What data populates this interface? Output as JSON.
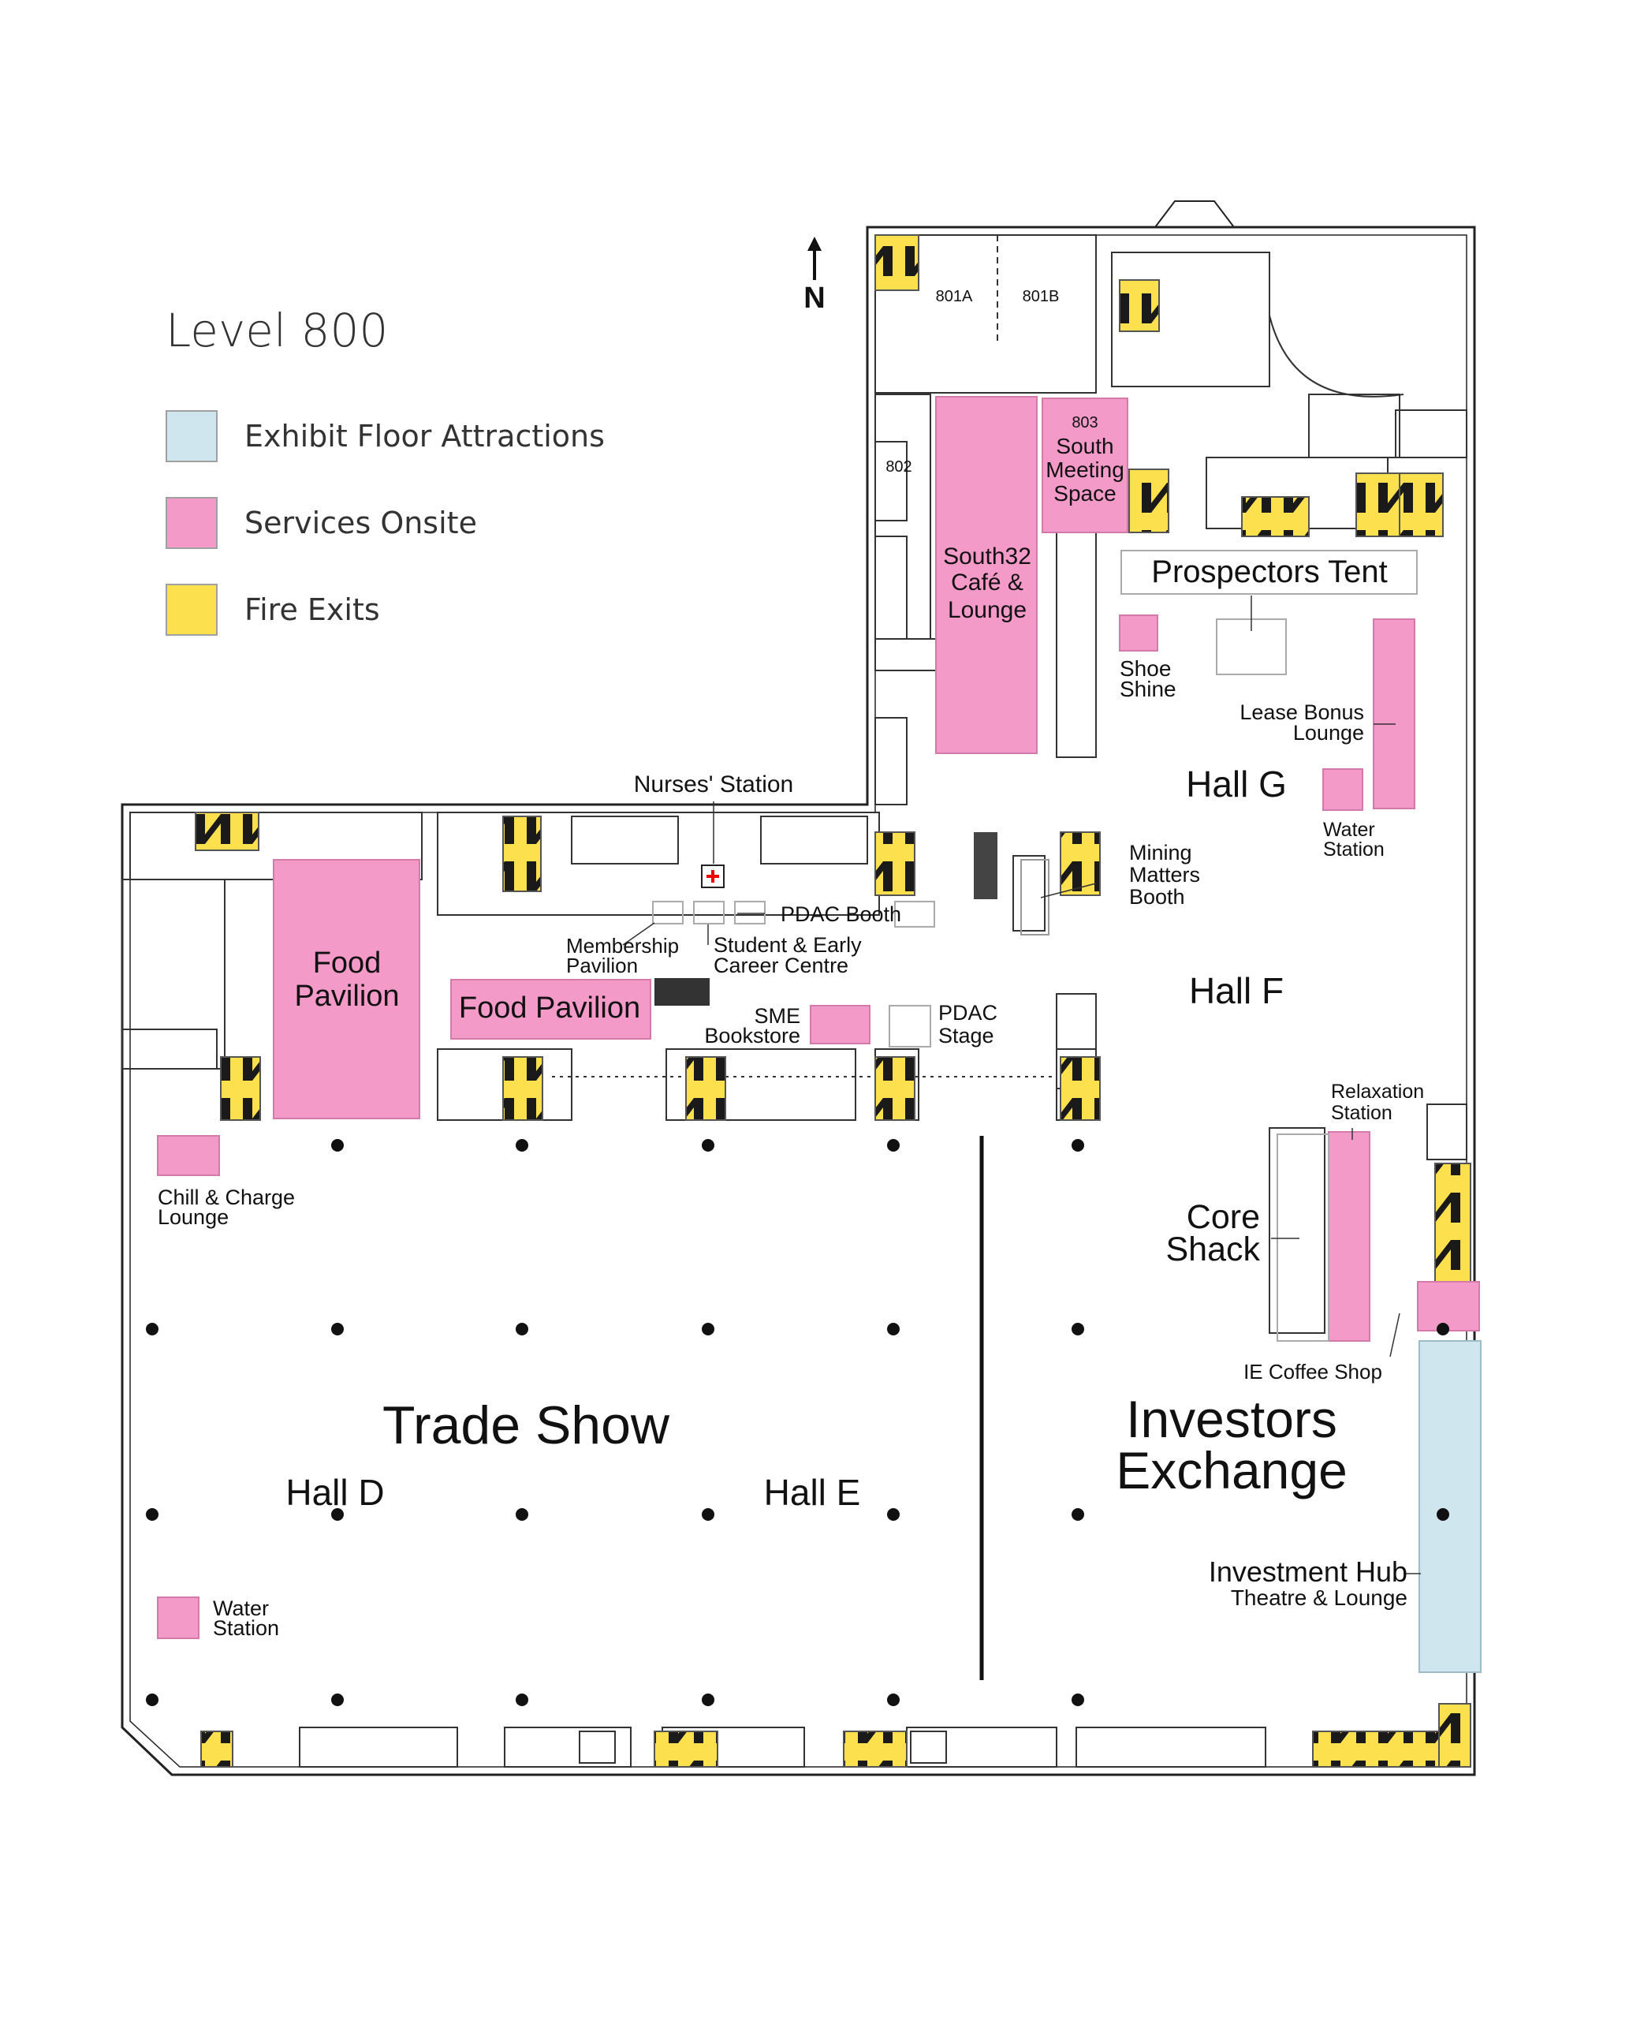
{
  "title": "Level 800",
  "legend": [
    {
      "label": "Exhibit Floor Attractions",
      "color": "#cfe6ee"
    },
    {
      "label": "Services Onsite",
      "color": "#f49ac9"
    },
    {
      "label": "Fire Exits",
      "color": "#fde04e"
    }
  ],
  "compass": "N",
  "rooms": {
    "r801a": "801A",
    "r801b": "801B",
    "r802": "802",
    "r803": "803"
  },
  "labels": {
    "south_meeting": [
      "South",
      "Meeting",
      "Space"
    ],
    "south32": [
      "South32",
      "Café &",
      "Lounge"
    ],
    "prospectors_tent": "Prospectors Tent",
    "shoe_shine": [
      "Shoe",
      "Shine"
    ],
    "lease_bonus": [
      "Lease Bonus",
      "Lounge"
    ],
    "hall_g": "Hall G",
    "water_station_g": [
      "Water",
      "Station"
    ],
    "mining_matters": [
      "Mining",
      "Matters",
      "Booth"
    ],
    "nurses_station": "Nurses' Station",
    "pdac_booth": "PDAC Booth",
    "membership_pavilion": [
      "Membership",
      "Pavilion"
    ],
    "student_career": [
      "Student & Early",
      "Career Centre"
    ],
    "food_pavilion_left": [
      "Food",
      "Pavilion"
    ],
    "food_pavilion_mid": "Food Pavilion",
    "sme_bookstore": [
      "SME",
      "Bookstore"
    ],
    "pdac_stage": [
      "PDAC",
      "Stage"
    ],
    "hall_f": "Hall F",
    "relaxation": [
      "Relaxation",
      "Station"
    ],
    "core_shack": [
      "Core",
      "Shack"
    ],
    "ie_coffee": "IE Coffee Shop",
    "chill_charge": [
      "Chill & Charge",
      "Lounge"
    ],
    "trade_show": "Trade Show",
    "hall_d": "Hall D",
    "hall_e": "Hall E",
    "investors_exchange": [
      "Investors",
      "Exchange"
    ],
    "investment_hub": [
      "Investment Hub",
      "Theatre & Lounge"
    ],
    "water_station_d": [
      "Water",
      "Station"
    ]
  }
}
